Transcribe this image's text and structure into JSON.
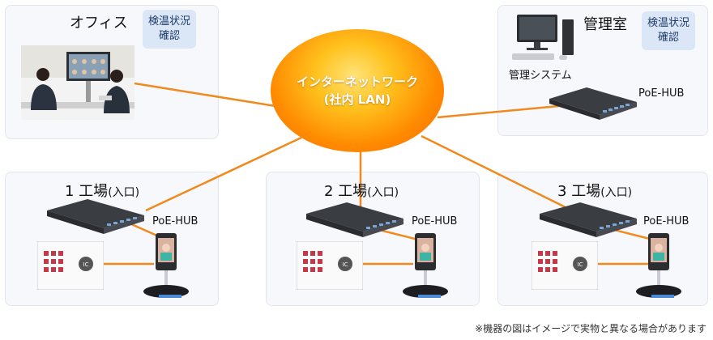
{
  "network": {
    "line1": "インターネットワーク",
    "line2": "(社内 LAN)"
  },
  "office": {
    "title": "オフィス",
    "badge_line1": "検温状況",
    "badge_line2": "確認"
  },
  "admin_room": {
    "title": "管理室",
    "badge_line1": "検温状況",
    "badge_line2": "確認",
    "system_label": "管理システム",
    "hub_label": "PoE-HUB"
  },
  "factories": [
    {
      "number": "1",
      "title": "工場",
      "entrance": "(入口)",
      "hub_label": "PoE-HUB"
    },
    {
      "number": "2",
      "title": "工場",
      "entrance": "(入口)",
      "hub_label": "PoE-HUB"
    },
    {
      "number": "3",
      "title": "工場",
      "entrance": "(入口)",
      "hub_label": "PoE-HUB"
    }
  ],
  "footnote": "※機器の図はイメージで実物と異なる場合があります",
  "colors": {
    "link": "#f08a1c",
    "panel": "#f7f8fc",
    "badge": "#dbe7f7"
  }
}
